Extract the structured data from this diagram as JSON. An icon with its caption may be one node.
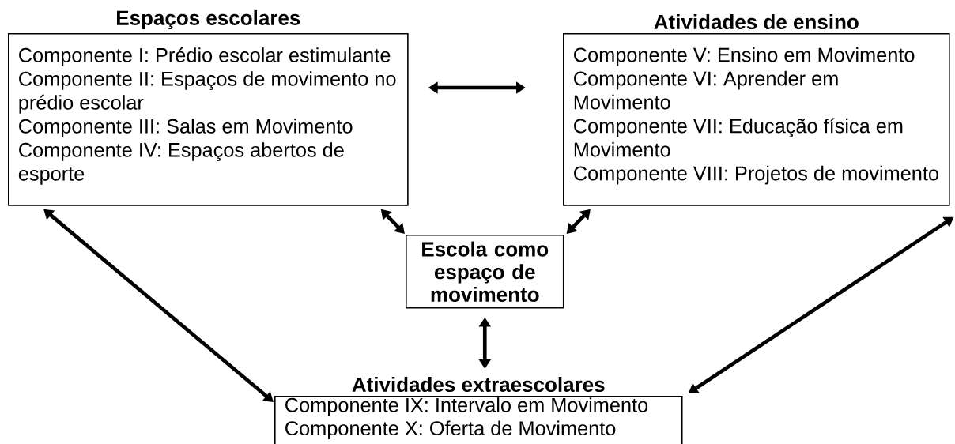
{
  "diagram": {
    "nodes": [
      {
        "text": [
          "Espaços escolares",
          "Componente I: Prédio escolar estimulante",
          "Componente II: Espaços de movimento no prédio escolar",
          "Componente III: Salas em Movimento",
          "Componente IV: Espaços abertos de esporte"
        ]
      },
      {
        "text": [
          "Atividades de ensino",
          "Componente V: Ensino em Movimento",
          "Componente VI: Aprender em Movimento",
          "Componente VII: Educação física em Movimento",
          "Componente VIII: Projetos de movimento"
        ]
      },
      {
        "text": [
          "Escola como espaço de movimento"
        ]
      },
      {
        "text": [
          "Atividades extraescolares",
          "Componente IX: Intervalo em Movimento",
          "Componente X: Oferta de Movimento"
        ]
      }
    ],
    "edges": [
      {
        "from": 0,
        "to": 1,
        "arrow": "both"
      },
      {
        "from": 0,
        "to": 2,
        "arrow": "both"
      },
      {
        "from": 1,
        "to": 2,
        "arrow": "both"
      },
      {
        "from": 2,
        "to": 3,
        "arrow": "both"
      },
      {
        "from": 0,
        "to": 3,
        "arrow": "both"
      },
      {
        "from": 1,
        "to": 3,
        "arrow": "both"
      }
    ]
  }
}
